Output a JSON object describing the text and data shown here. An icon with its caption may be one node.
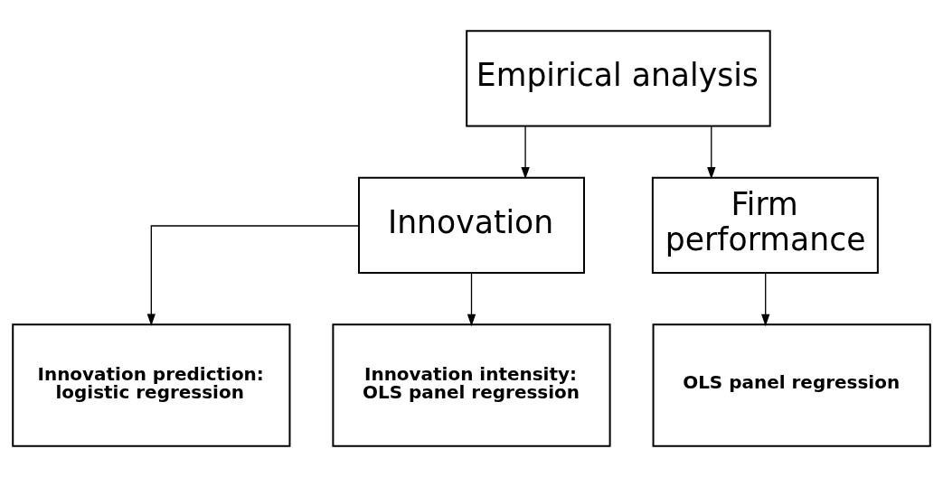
{
  "diagram": {
    "nodes": [
      {
        "text": [
          "Empirical analysis"
        ]
      },
      {
        "text": [
          "Innovation"
        ]
      },
      {
        "text": [
          "Firm performance"
        ]
      },
      {
        "text": [
          "Innovation prediction: logistic regression"
        ]
      },
      {
        "text": [
          "Innovation intensity: OLS panel regression"
        ]
      },
      {
        "text": [
          "OLS panel regression"
        ]
      }
    ],
    "edges": [
      {
        "from": 0,
        "to": 1,
        "arrow": "to"
      },
      {
        "from": 0,
        "to": 2,
        "arrow": "to"
      },
      {
        "from": 1,
        "to": 3,
        "arrow": "to"
      },
      {
        "from": 1,
        "to": 4,
        "arrow": "to"
      },
      {
        "from": 2,
        "to": 5,
        "arrow": "to"
      }
    ]
  }
}
